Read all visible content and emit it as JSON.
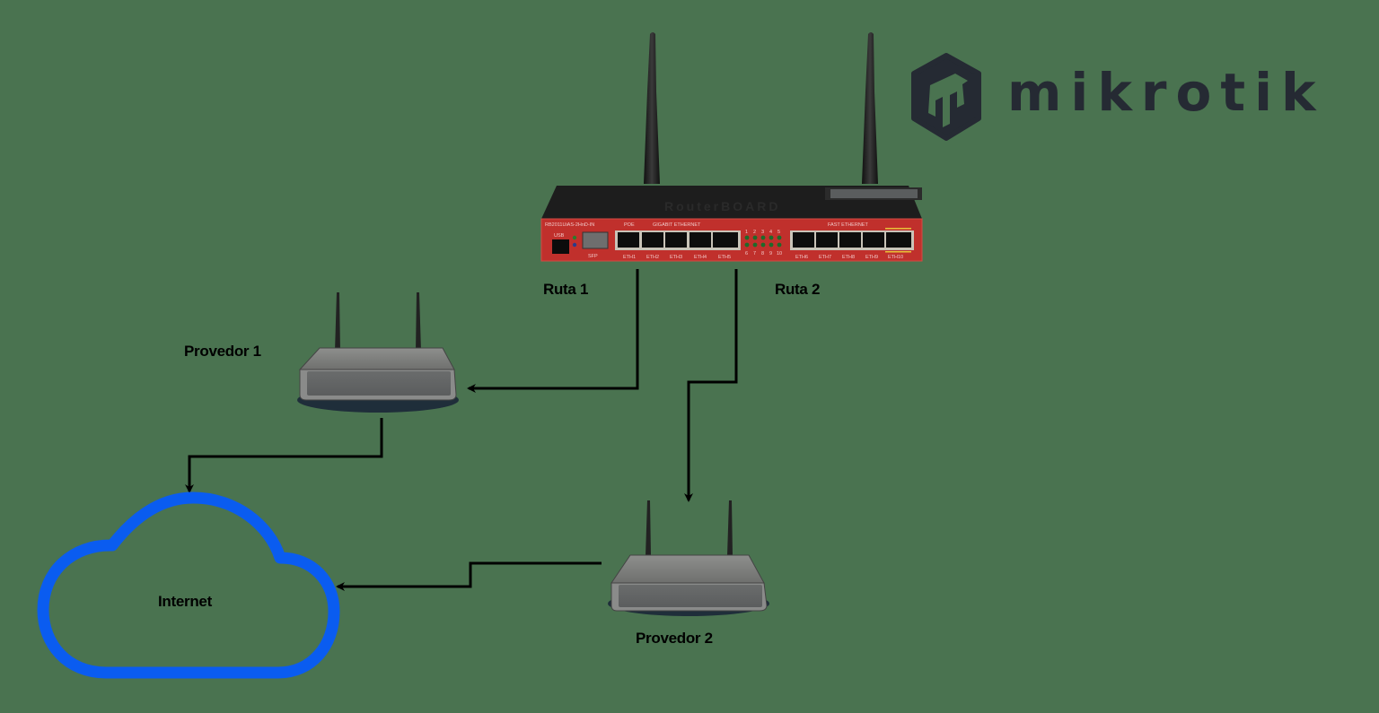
{
  "logo": {
    "brand": "mikrotik",
    "icon": "mikrotik-cube-icon",
    "color": "#252a33"
  },
  "main_router": {
    "model": "RB2011UiAS-2HnD-IN",
    "brand_mark": "RouterBOARD",
    "body_color": "#c0302c",
    "top_color": "#1c1c1c",
    "groups": {
      "poe": "POE",
      "gigabit": "GIGABIT ETHERNET",
      "fast": "FAST ETHERNET"
    },
    "usb_label": "USB",
    "sfp_label": "SFP",
    "ports": [
      "ETH1",
      "ETH2",
      "ETH3",
      "ETH4",
      "ETH5",
      "ETH6",
      "ETH7",
      "ETH8",
      "ETH9",
      "ETH10"
    ],
    "led_top_numbers": [
      "1",
      "2",
      "3",
      "4",
      "5"
    ],
    "led_bottom_numbers": [
      "6",
      "7",
      "8",
      "9",
      "10"
    ]
  },
  "routes": {
    "route1": "Ruta 1",
    "route2": "Ruta 2"
  },
  "providers": {
    "provider1": "Provedor 1",
    "provider2": "Provedor 2"
  },
  "cloud": {
    "label": "Internet",
    "stroke_color": "#0a5cf0"
  },
  "colors": {
    "background": "#4a7350",
    "lines": "#000000"
  }
}
